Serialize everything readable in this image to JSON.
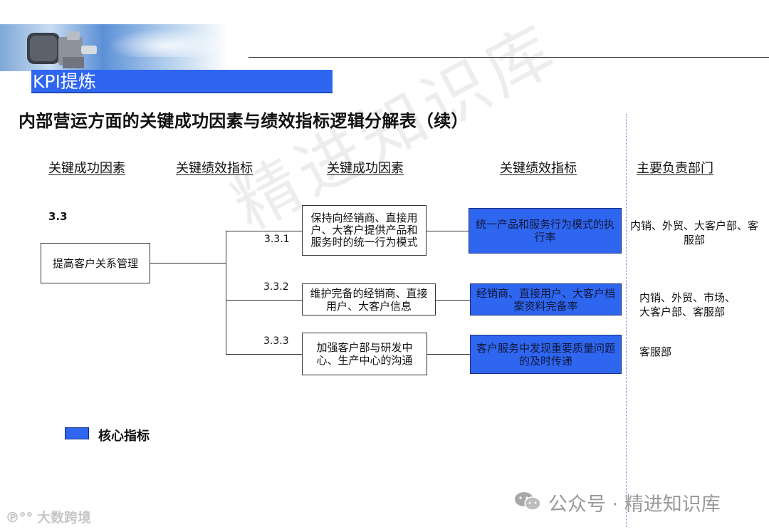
{
  "header": {
    "section_tag": "KPI提炼",
    "accent_color": "#2f66f0"
  },
  "title": "内部营运方面的关键成功因素与绩效指标逻辑分解表（续）",
  "columns": [
    "关键成功因素",
    "关键绩效指标",
    "关键成功因素",
    "关键绩效指标",
    "主要负责部门"
  ],
  "root": {
    "number": "3.3",
    "label": "提高客户关系管理"
  },
  "branches": [
    {
      "number": "3.3.1",
      "factor": "保持向经销商、直接用户、大客户提供产品和服务时的统一行为模式",
      "kpi": "统一产品和服务行为模式的执行率",
      "dept": "内销、外贸、大客户部、客服部"
    },
    {
      "number": "3.3.2",
      "factor": "维护完备的经销商、直接用户、大客户信息",
      "kpi": "经销商、直接用户、大客户档案资料完备率",
      "dept": "内销、外贸、市场、大客户部、客服部"
    },
    {
      "number": "3.3.3",
      "factor": "加强客户部与研发中心、生产中心的沟通",
      "kpi": "客户服务中发现重要质量问题的及时传递",
      "dept": "客服部"
    }
  ],
  "legend": {
    "label": "核心指标",
    "color": "#2f66f0"
  },
  "watermark": "精进知识库",
  "footer": {
    "wechat": "公众号 · 精进知识库",
    "logo": "大数跨境"
  }
}
